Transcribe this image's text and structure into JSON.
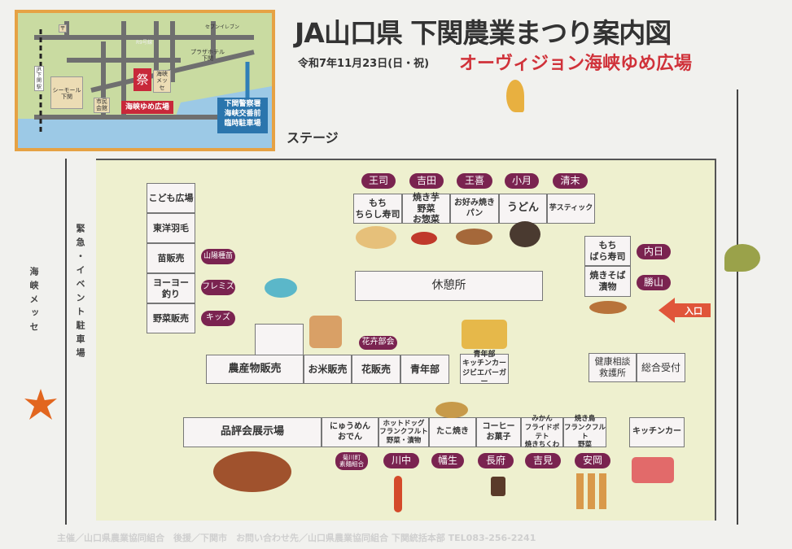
{
  "title": "JA山口県 下関農業まつり案内図",
  "date": "令和7年11月23日(日・祝)",
  "venue_name": "オーヴィジョン海峡ゆめ広場",
  "inset_map": {
    "road": "R9号線",
    "seven_eleven": "セブンイレブン",
    "hotel": "プラザホテル\n下関",
    "station": "JR下関駅",
    "seamall": "シーモール\n下関",
    "civic_hall": "市民\n会館",
    "messe": "海峡\nメッセ",
    "festival_mark": "祭",
    "festival_place": "海峡ゆめ広場",
    "parking": "下関警察署\n海峡交番前\n臨時駐車場",
    "post_office": "〒"
  },
  "side_labels": {
    "messe": "海峡メッセ",
    "parking": "緊急・イベント駐車場"
  },
  "stage": "ステージ",
  "left_stalls": [
    "こども広場",
    "東洋羽毛",
    "苗販売",
    "ヨーヨー\n釣り",
    "野菜販売"
  ],
  "left_pills": [
    "山陽種苗",
    "フレミズ",
    "キッズ"
  ],
  "top_pills": [
    "王司",
    "吉田",
    "王喜",
    "小月",
    "清末"
  ],
  "top_stalls": [
    "もち\nちらし寿司",
    "焼き芋\n野菜\nお惣菜",
    "お好み焼き\nパン",
    "うどん",
    "芋スティック"
  ],
  "rest_area": "休憩所",
  "right_stalls": [
    "もち\nばら寿司",
    "焼きそば\n漬物"
  ],
  "right_pills": [
    "内日",
    "勝山"
  ],
  "entrance": "入口",
  "middle_stalls": [
    "農産物販売",
    "お米販売",
    "花販売",
    "青年部"
  ],
  "flower_pill": "花卉部会",
  "kitchen_car_youth": "青年部\nキッチンカー\nジビエバーガー",
  "health": "健康相談\n救護所",
  "reception": "総合受付",
  "bottom_stalls": [
    "品評会展示場",
    "にゅうめん\nおでん",
    "ホットドッグ\nフランクフルト\n野菜・漬物",
    "たこ焼き",
    "コーヒー\nお菓子",
    "みかん\nフライドポテト\n焼きちくわ",
    "焼き鳥\nフランクフルト\n野菜"
  ],
  "kitchen_car": "キッチンカー",
  "bottom_pills": [
    "菊川町\n素麺組合",
    "川中",
    "幡生",
    "長府",
    "吉見",
    "安岡"
  ],
  "footer": "主催／山口県農業協同組合　後援／下関市　お問い合わせ先／山口県農業協同組合 下関統括本部 TEL083-256-2241",
  "colors": {
    "pill": "#7a2350",
    "accent_red": "#d0323a",
    "entrance": "#e0553a",
    "inset_border": "#e6a244"
  }
}
